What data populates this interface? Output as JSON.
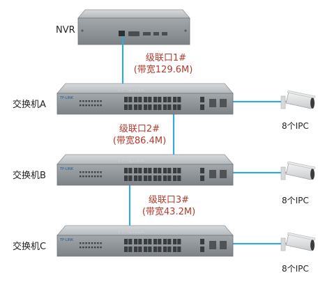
{
  "nvr": {
    "label": "NVR"
  },
  "switches": [
    {
      "label": "交换机A",
      "brand": "TP-LINK"
    },
    {
      "label": "交换机B",
      "brand": "TP-LINK"
    },
    {
      "label": "交换机C",
      "brand": "TP-LINK"
    }
  ],
  "links": [
    {
      "line1": "级联口1#",
      "line2": "(带宽129.6M)"
    },
    {
      "line1": "级联口2#",
      "line2": "(带宽86.4M)"
    },
    {
      "line1": "级联口3#",
      "line2": "(带宽43.2M)"
    }
  ],
  "cameras": [
    {
      "label": "8个IPC"
    },
    {
      "label": "8个IPC"
    },
    {
      "label": "8个IPC"
    }
  ],
  "colors": {
    "cable": "#35a8d8",
    "link_text": "#b23a2c",
    "device_body": "#b9bdc0",
    "device_front": "#8d9296",
    "port": "#3a3d40"
  }
}
